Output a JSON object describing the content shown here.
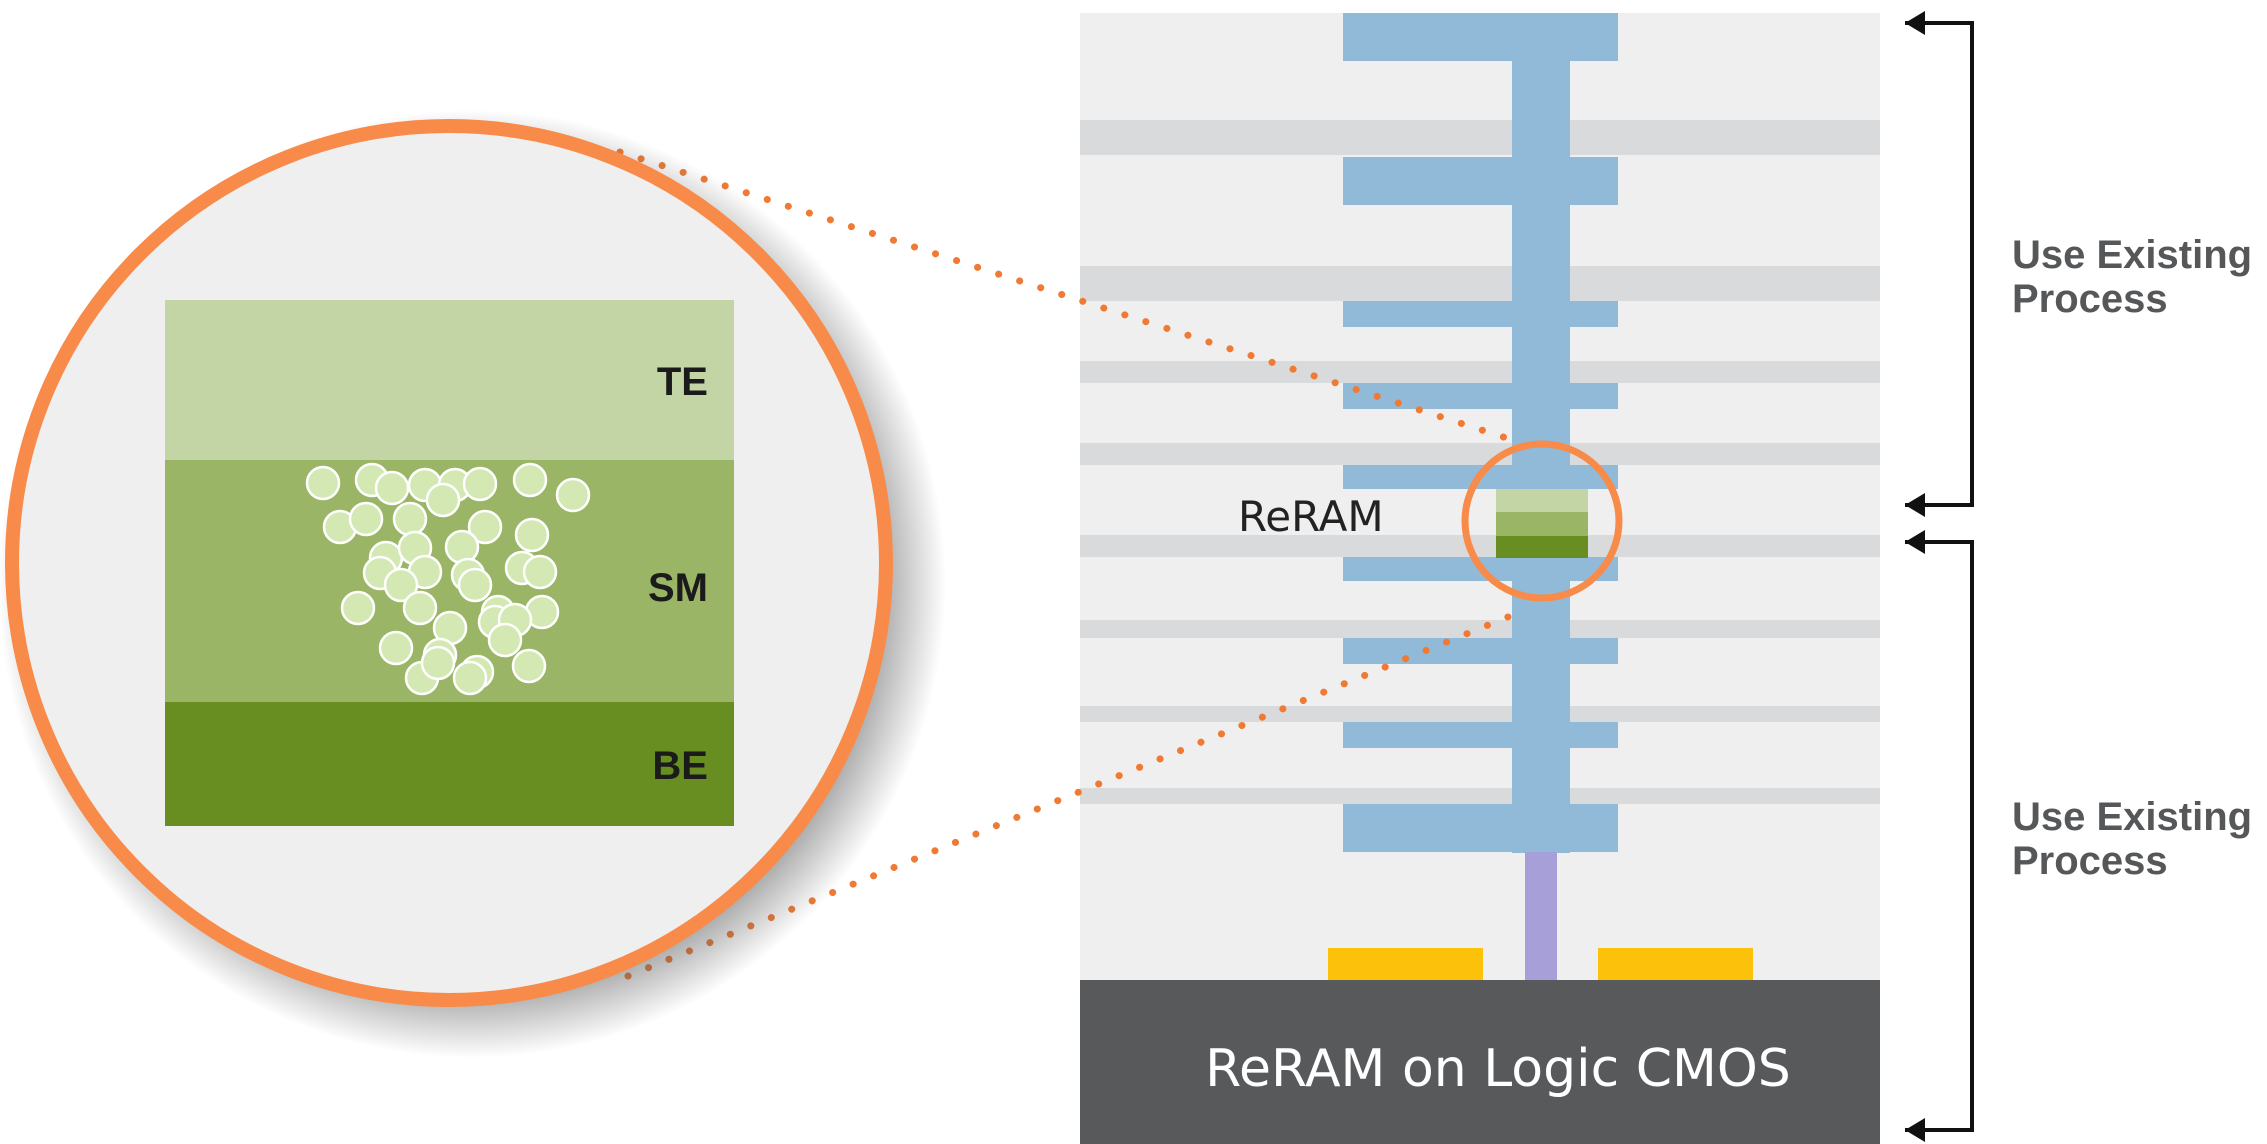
{
  "diagram": {
    "zoom_view": {
      "layers": [
        {
          "label": "TE",
          "color": "#c3d5a5"
        },
        {
          "label": "SM",
          "color": "#9bb567"
        },
        {
          "label": "BE",
          "color": "#688d20"
        }
      ],
      "particle_color": "#d3e8b3",
      "ring_color": "#f88b49"
    },
    "stack": {
      "cell_label": "ReRAM",
      "base_label": "ReRAM on Logic CMOS",
      "via_color": "#91bad8",
      "contact_color": "#a7a0d8",
      "gate_color": "#fcc10a",
      "substrate_color": "#58595b",
      "background_color": "#efefef",
      "band_color": "#d9dadb"
    },
    "annotations": {
      "upper_process": {
        "line1": "Use Existing",
        "line2": "Process"
      },
      "lower_process": {
        "line1": "Use Existing",
        "line2": "Process"
      }
    }
  }
}
